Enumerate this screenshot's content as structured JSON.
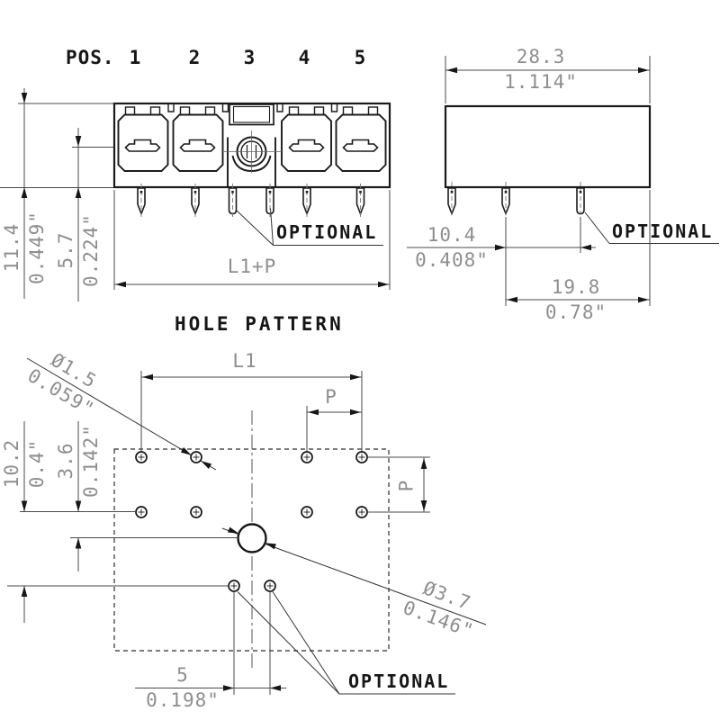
{
  "labels": {
    "pos": "POS.",
    "pos_numbers": [
      "1",
      "2",
      "3",
      "4",
      "5"
    ],
    "hole_pattern_title": "HOLE PATTERN"
  },
  "colors": {
    "outline": "#1b1b1b",
    "thin_line": "#4a4a4a",
    "dim_text": "#8e8e8e",
    "label_text": "#161616"
  },
  "front_view": {
    "optional": "OPTIONAL",
    "dim_total_height": {
      "mm": "11.4",
      "inch": "0.449\""
    },
    "dim_contact_height": {
      "mm": "5.7",
      "inch": "0.224\""
    },
    "dim_overall_width": "L1+P"
  },
  "side_view": {
    "optional": "OPTIONAL",
    "dim_body_width": {
      "mm": "28.3",
      "inch": "1.114\""
    },
    "dim_pin_spacing": {
      "mm": "10.4",
      "inch": "0.408\""
    },
    "dim_pin_to_edge": {
      "mm": "19.8",
      "inch": "0.78\""
    }
  },
  "hole_pattern": {
    "optional": "OPTIONAL",
    "dim_l1": "L1",
    "dim_p_top": "P",
    "dim_p_right": "P",
    "dim_small_hole": {
      "mm": "Ø1.5",
      "inch": "0.059\""
    },
    "dim_large_hole": {
      "mm": "Ø3.7",
      "inch": "0.146\""
    },
    "dim_row_spacing": {
      "mm": "10.2",
      "inch": "0.4\""
    },
    "dim_hole_offset": {
      "mm": "3.6",
      "inch": "0.142\""
    },
    "dim_optional_spacing": {
      "mm": "5",
      "inch": "0.198\""
    }
  }
}
